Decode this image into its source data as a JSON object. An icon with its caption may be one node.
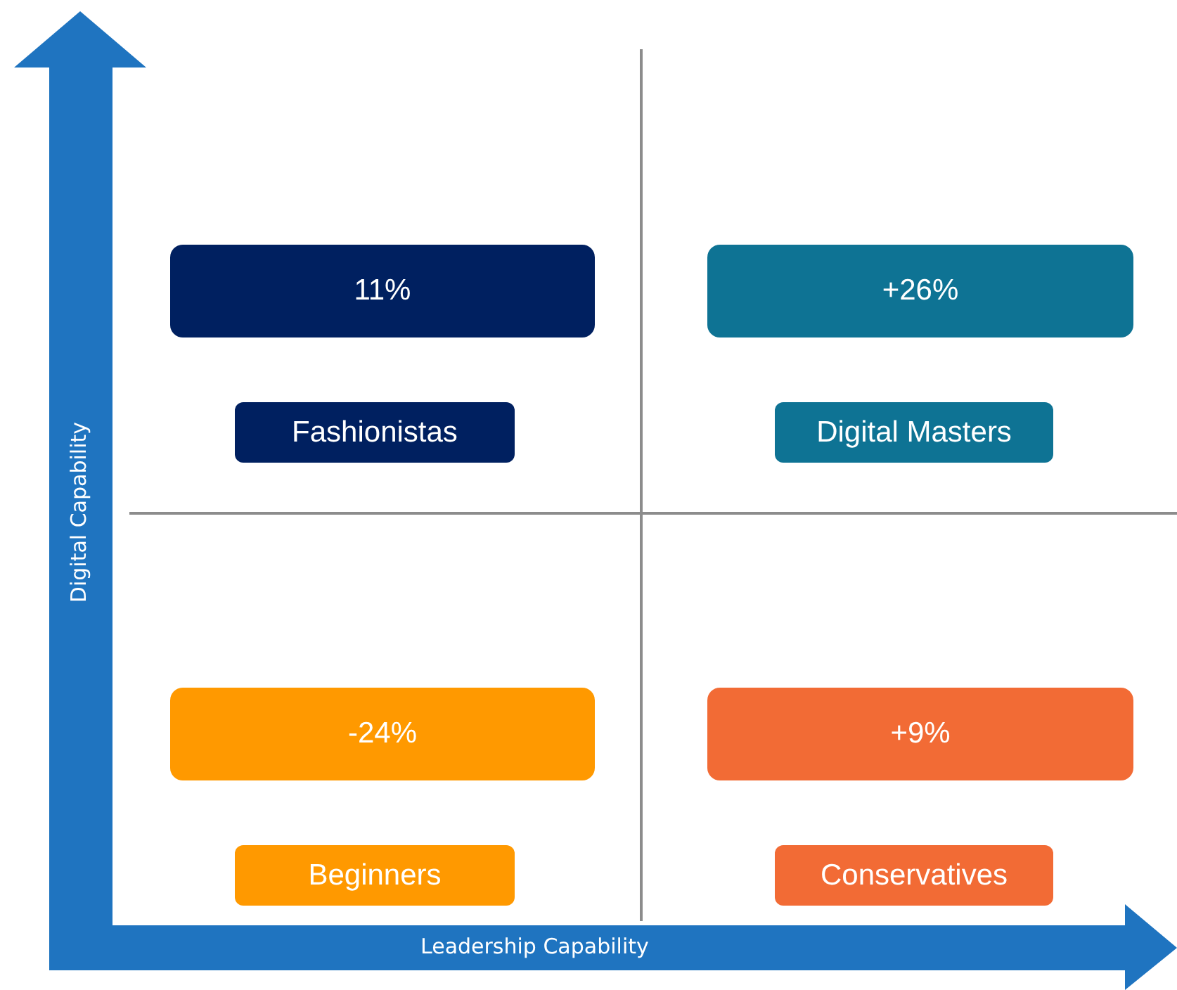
{
  "diagram": {
    "nodes": [
      {
        "text": [
          "11%"
        ]
      },
      {
        "text": [
          "+26%"
        ]
      },
      {
        "text": [
          "Fashionistas"
        ]
      },
      {
        "text": [
          "Digital Masters"
        ]
      },
      {
        "text": [
          "-24%"
        ]
      },
      {
        "text": [
          "+9%"
        ]
      },
      {
        "text": [
          "Beginners"
        ]
      },
      {
        "text": [
          "Conservatives"
        ]
      }
    ],
    "labels": [
      "Digital Capability",
      "Leadership Capability"
    ]
  }
}
